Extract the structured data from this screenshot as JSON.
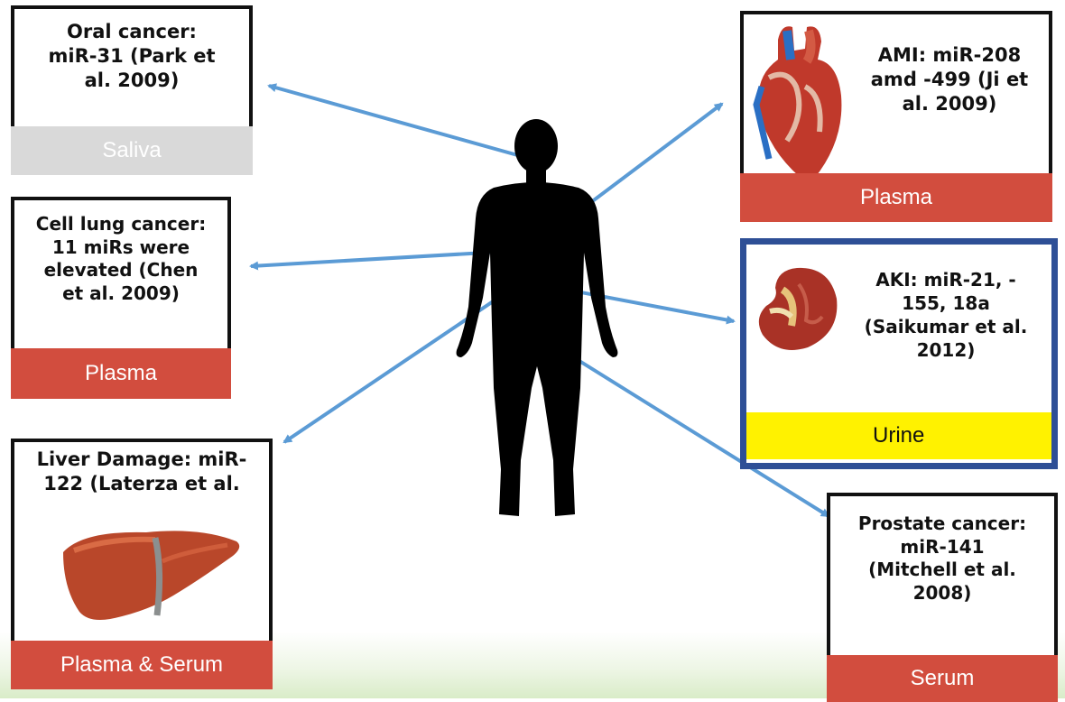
{
  "colors": {
    "arrow": "#5b9bd5",
    "plasma": "#d24d3e",
    "saliva": "#d9d9d9",
    "urine": "#fff200",
    "urine_border": "#2e4f96"
  },
  "boxes": {
    "oral": {
      "text": "Oral cancer:\nmiR-31 (Park et\nal. 2009)",
      "fluid": "Saliva"
    },
    "lung": {
      "text": "Cell lung cancer:\n11 miRs were\nelevated (Chen\net al. 2009)",
      "fluid": "Plasma"
    },
    "liver": {
      "text": "Liver Damage: miR-\n122 (Laterza et al.",
      "fluid": "Plasma & Serum",
      "icon": "liver-icon"
    },
    "ami": {
      "text": "AMI: miR-208\namd -499 (Ji et\nal. 2009)",
      "fluid": "Plasma",
      "icon": "heart-icon"
    },
    "aki": {
      "text": "AKI: miR-21, -\n155,  18a\n(Saikumar et al.\n2012)",
      "fluid": "Urine",
      "icon": "kidney-icon"
    },
    "prostate": {
      "text": "Prostate cancer:\nmiR-141\n(Mitchell et al.\n2008)",
      "fluid": "Serum"
    }
  },
  "center_figure": "human-silhouette-icon"
}
